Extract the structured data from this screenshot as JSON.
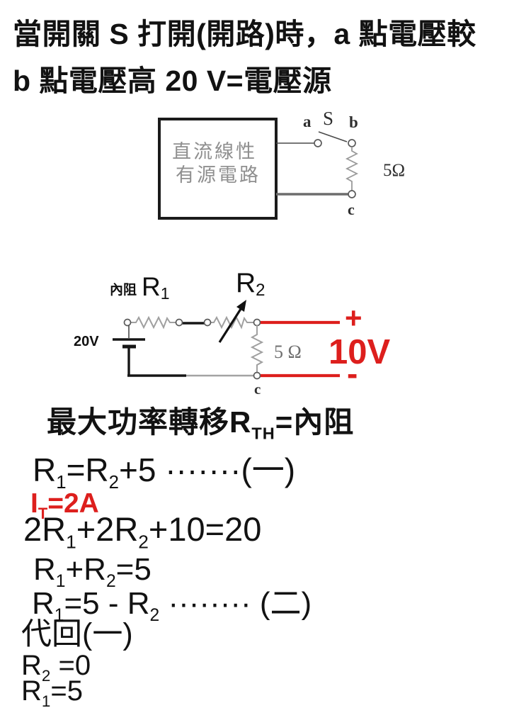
{
  "colors": {
    "red": "#dd1f1d",
    "ink": "#121212",
    "circuit_gray": "#a0a0a0",
    "box_text_gray": "#8f8f8f"
  },
  "header": {
    "line1": "當開關 S 打開(開路)時，a 點電壓較",
    "line2": "b 點電壓高 20 V=電壓源"
  },
  "circuit1": {
    "box_line1": "直流線性",
    "box_line2": "有源電路",
    "label_a": "a",
    "label_s": "S",
    "label_b": "b",
    "label_c": "c",
    "resistor_label": "5Ω"
  },
  "circuit2": {
    "internal_resistance_label": "內阻",
    "r1": "R",
    "r1_sub": "1",
    "r2": "R",
    "r2_sub": "2",
    "source_voltage": "20V",
    "resistor_label": "5 Ω",
    "label_c": "c",
    "plus": "+",
    "reading": "10V",
    "minus": "-"
  },
  "mpt_heading": "最大功率轉移R_TH_=內阻",
  "equations": [
    {
      "text": "R_1_=R_2_+5 ·······(一)",
      "color": "ink"
    },
    {
      "text": "I_T_=2A",
      "color": "red"
    },
    {
      "text": "2R_1_+2R_2_+10=20",
      "color": "ink"
    },
    {
      "text": "R_1_+R_2_=5",
      "color": "ink"
    },
    {
      "text": "R_1_=5 - R_2_ ········ (二)",
      "color": "ink"
    },
    {
      "text": "代回(一)",
      "color": "ink"
    },
    {
      "text": "R_2_ =0",
      "color": "ink"
    },
    {
      "text": "R_1_=5",
      "color": "ink"
    }
  ]
}
